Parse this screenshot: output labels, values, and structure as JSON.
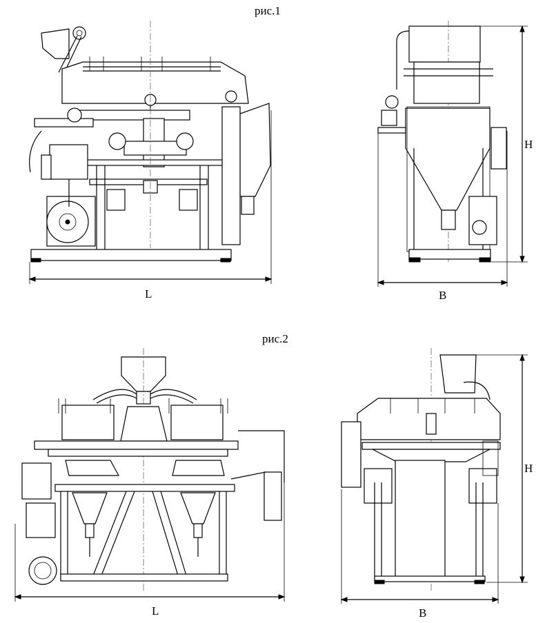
{
  "figures": [
    {
      "caption": "рис.1",
      "dims": {
        "length": "L",
        "width": "B",
        "height": "H"
      }
    },
    {
      "caption": "рис.2",
      "dims": {
        "length": "L",
        "width": "B",
        "height": "H"
      }
    }
  ]
}
